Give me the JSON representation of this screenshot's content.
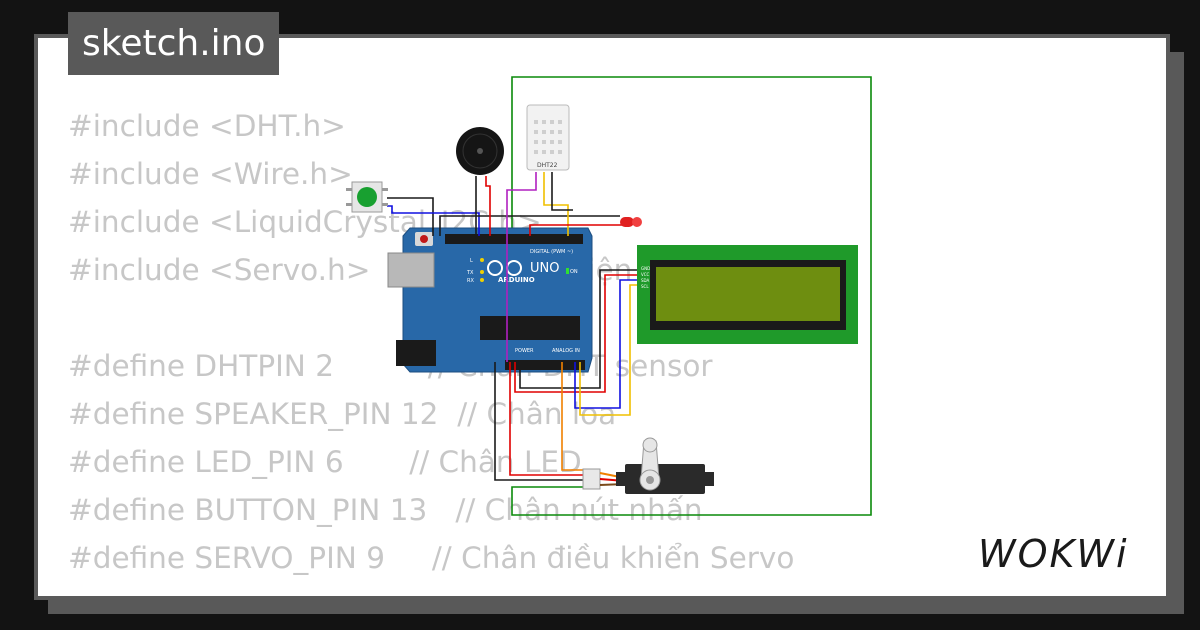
{
  "file_tab": {
    "title": "sketch.ino"
  },
  "code_lines": [
    "#include <DHT.h>",
    "#include <Wire.h>",
    "#include <LiquidCrystal_I2C.h>",
    "#include <Servo.h>  // Thêm thư viện Servo",
    "",
    "#define DHTPIN 2          // Chân DHT sensor",
    "#define SPEAKER_PIN 12  // Chân loa",
    "#define LED_PIN 6       // Chân LED",
    "#define BUTTON_PIN 13   // Chân nút nhấn",
    "#define SERVO_PIN 9     // Chân điều khiển Servo"
  ],
  "board": {
    "brand_text": "ARDUINO",
    "model_text": "UNO",
    "digital_header_label": "DIGITAL (PWM ~)",
    "analog_header_label": "ANALOG IN",
    "power_header_label": "POWER",
    "led_labels": [
      "L",
      "TX",
      "RX"
    ],
    "on_label": "ON"
  },
  "sensor": {
    "label": "DHT22"
  },
  "lcd": {
    "pin_labels": [
      "GND",
      "VCC",
      "SDA",
      "SCL"
    ]
  },
  "brand_logo": {
    "text": "WOKWi"
  },
  "colors": {
    "board_blue": "#2868a8",
    "wire_green": "#0a8a0a",
    "wire_red": "#e00000",
    "wire_blue": "#1010e0",
    "wire_yellow": "#f0c000",
    "wire_purple": "#b020c0",
    "wire_orange": "#f08000",
    "lcd_screen": "#6e8e10",
    "button_green": "#18a030",
    "led_red": "#e02020"
  }
}
